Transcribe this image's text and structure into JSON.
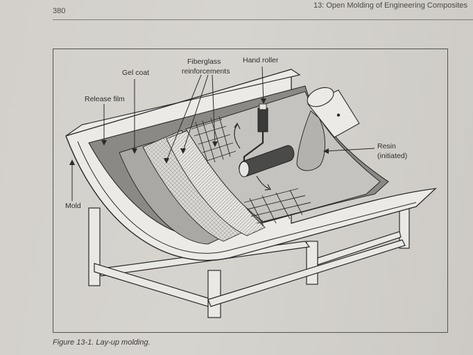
{
  "page_number": "380",
  "running_head": "13: Open Molding of Engineering Composites",
  "figure": {
    "caption": "Figure 13-1. Lay-up molding.",
    "labels": {
      "gel_coat": "Gel coat",
      "release_film": "Release film",
      "fiberglass_line1": "Fiberglass",
      "fiberglass_line2": "reinforcements",
      "hand_roller": "Hand roller",
      "resin_line1": "Resin",
      "resin_line2": "(initiated)",
      "mold": "Mold"
    }
  },
  "colors": {
    "page": "#d3d0cb",
    "mold_outer": "#ecebe8",
    "release_film": "#8a8986",
    "gel_coat": "#a9a8a4",
    "laminate": "#c4c3bf",
    "line": "#2a2a28"
  }
}
